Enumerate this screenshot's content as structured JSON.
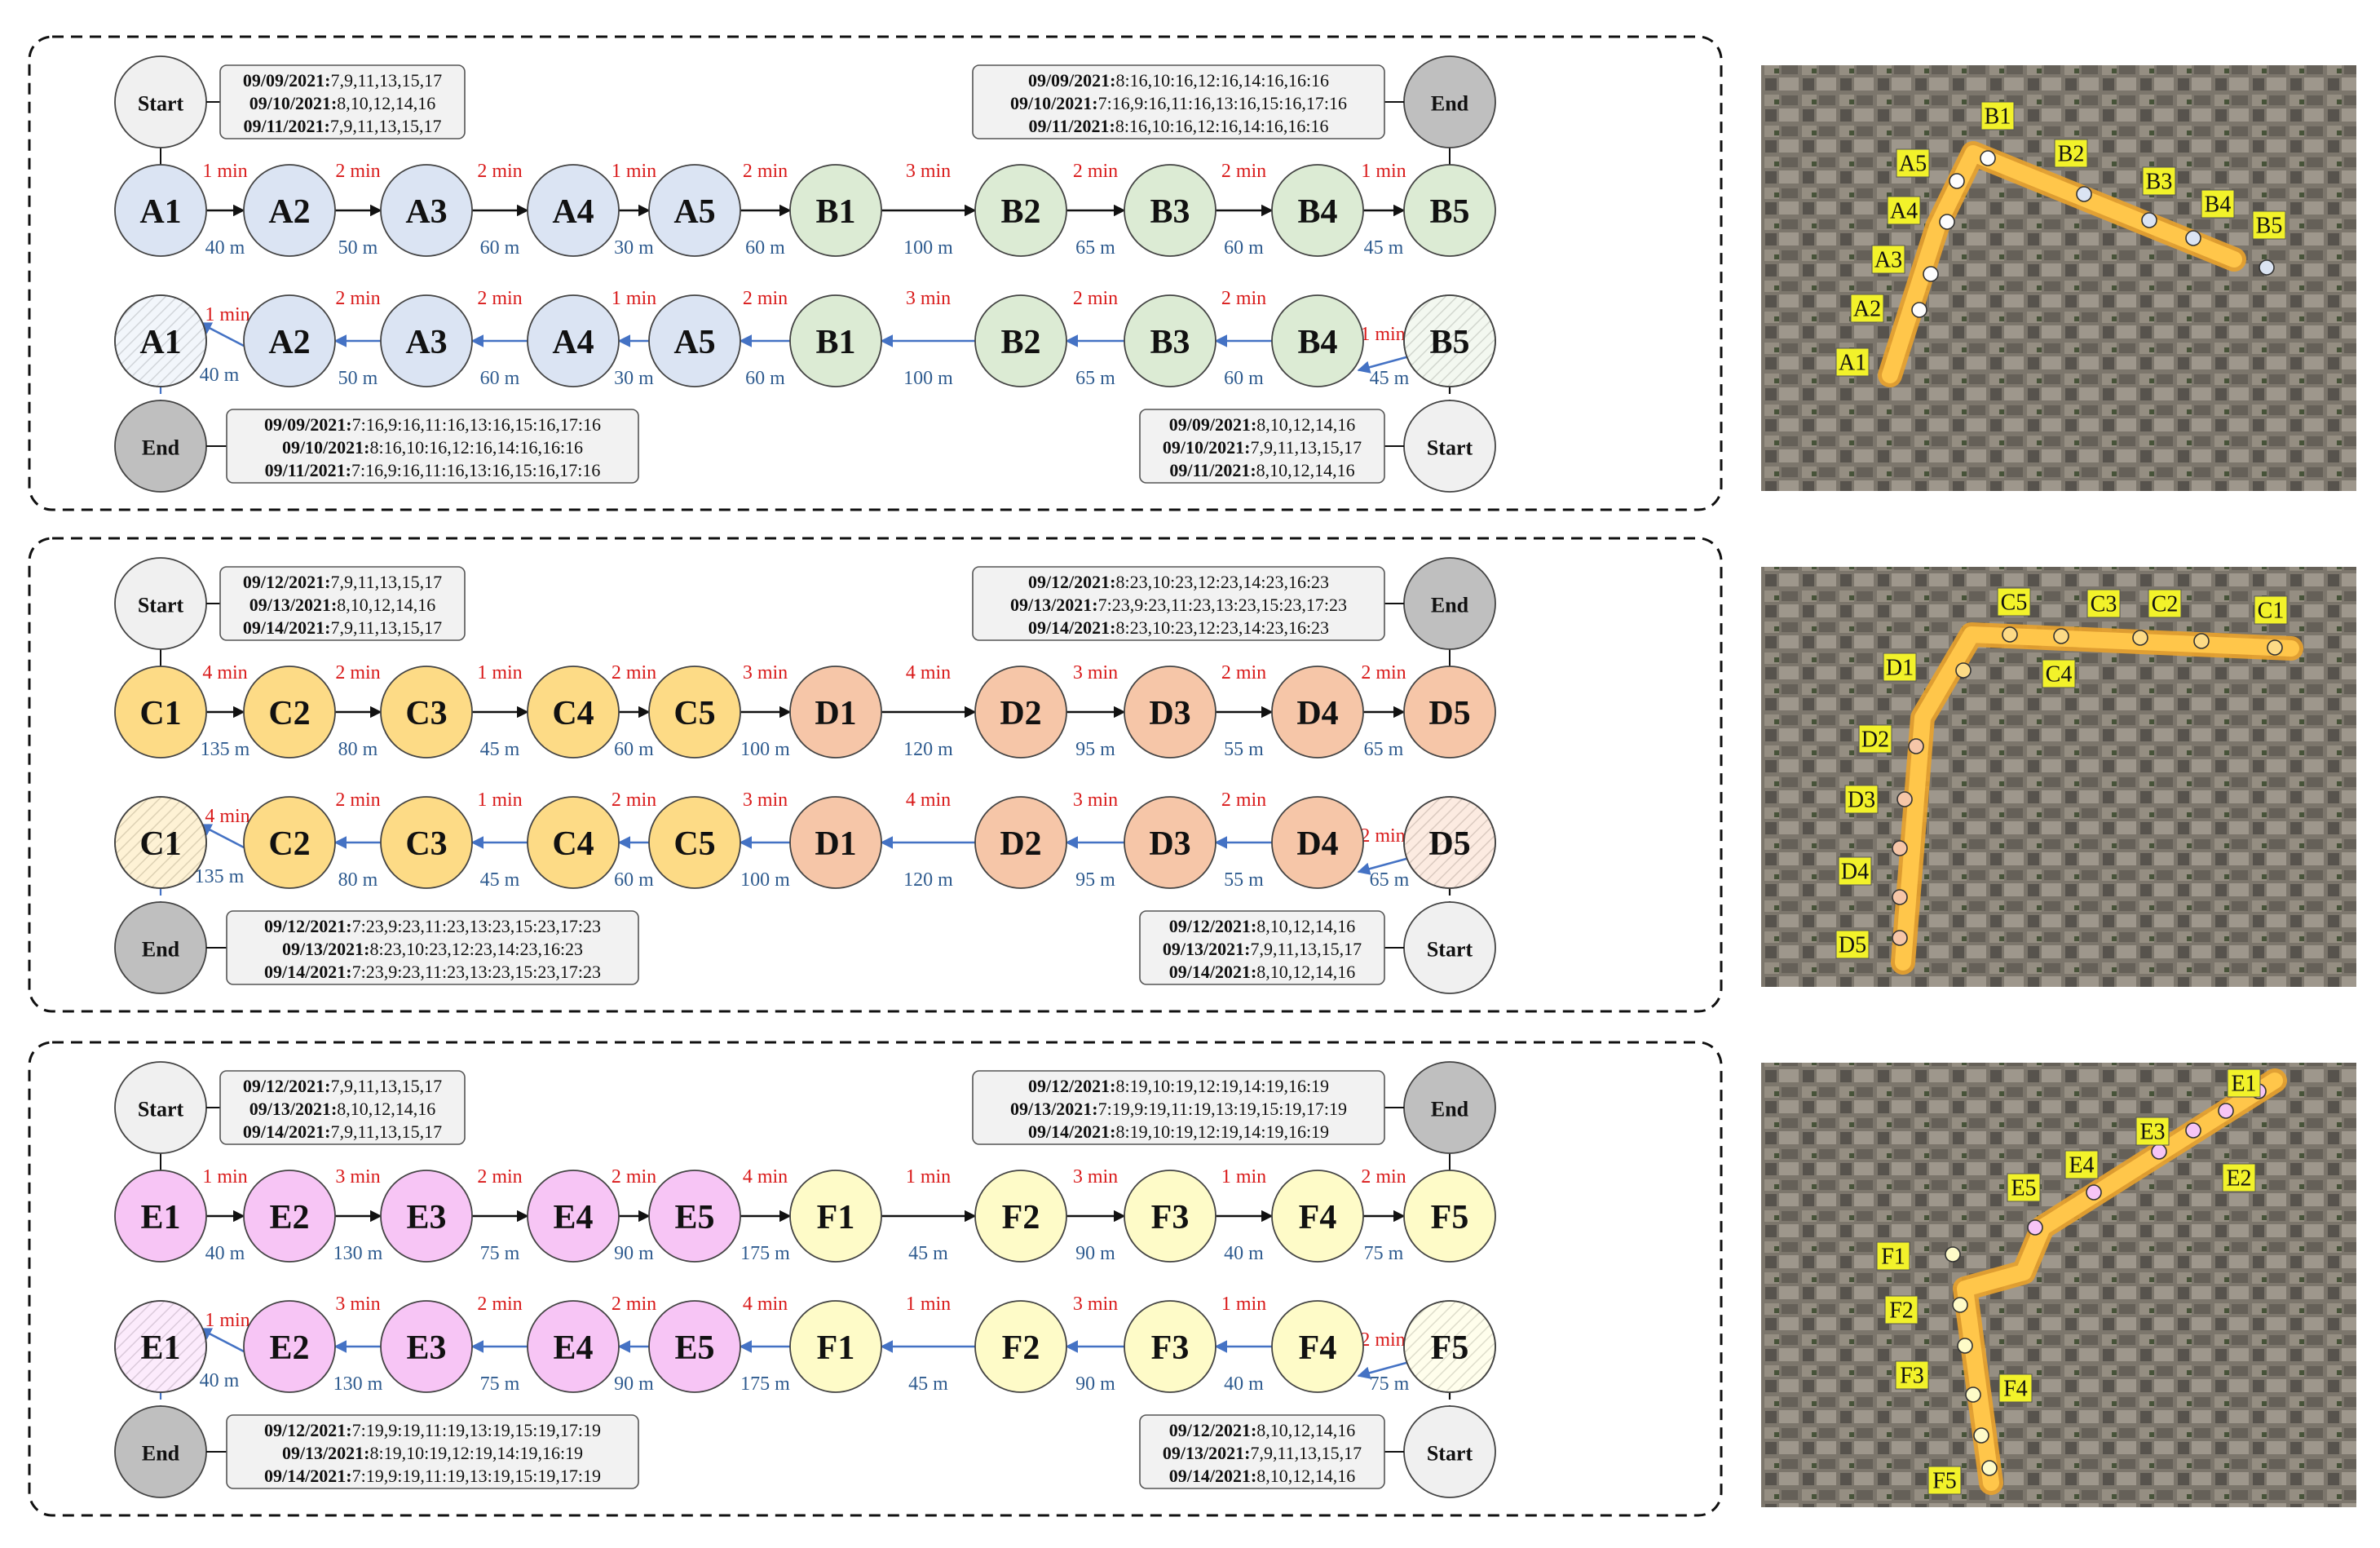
{
  "diagram": {
    "start_label": "Start",
    "end_label": "End",
    "colors": {
      "A": "#dbe4f3",
      "B": "#dcebd4",
      "C": "#fddb86",
      "D": "#f6c6a8",
      "E": "#f7c5f5",
      "F": "#fefbc8",
      "start_fill": "#f0f0f0",
      "end_fill": "#bfbfbf",
      "time_color": "#d91a1a",
      "dist_color": "#2e5b8f",
      "return_line": "#4472c4"
    },
    "panels": [
      {
        "forward": [
          "A1",
          "A2",
          "A3",
          "A4",
          "A5",
          "B1",
          "B2",
          "B3",
          "B4",
          "B5"
        ],
        "times": [
          "1 min",
          "2 min",
          "2 min",
          "1 min",
          "2 min",
          "3 min",
          "2 min",
          "2 min",
          "1 min"
        ],
        "dists": [
          "40 m",
          "50 m",
          "60 m",
          "30 m",
          "60 m",
          "100 m",
          "65 m",
          "60 m",
          "45 m"
        ],
        "sched_start_left": [
          {
            "date": "09/09/2021:",
            "val": "7,9,11,13,15,17"
          },
          {
            "date": "09/10/2021:",
            "val": "8,10,12,14,16"
          },
          {
            "date": "09/11/2021:",
            "val": "7,9,11,13,15,17"
          }
        ],
        "sched_end_right": [
          {
            "date": "09/09/2021:",
            "val": "8:16,10:16,12:16,14:16,16:16"
          },
          {
            "date": "09/10/2021:",
            "val": "7:16,9:16,11:16,13:16,15:16,17:16"
          },
          {
            "date": "09/11/2021:",
            "val": "8:16,10:16,12:16,14:16,16:16"
          }
        ],
        "sched_end_left": [
          {
            "date": "09/09/2021:",
            "val": "7:16,9:16,11:16,13:16,15:16,17:16"
          },
          {
            "date": "09/10/2021:",
            "val": "8:16,10:16,12:16,14:16,16:16"
          },
          {
            "date": "09/11/2021:",
            "val": "7:16,9:16,11:16,13:16,15:16,17:16"
          }
        ],
        "sched_start_right": [
          {
            "date": "09/09/2021:",
            "val": "8,10,12,14,16"
          },
          {
            "date": "09/10/2021:",
            "val": "7,9,11,13,15,17"
          },
          {
            "date": "09/11/2021:",
            "val": "8,10,12,14,16"
          }
        ]
      },
      {
        "forward": [
          "C1",
          "C2",
          "C3",
          "C4",
          "C5",
          "D1",
          "D2",
          "D3",
          "D4",
          "D5"
        ],
        "times": [
          "4 min",
          "2 min",
          "1 min",
          "2 min",
          "3 min",
          "4 min",
          "3 min",
          "2 min",
          "2 min"
        ],
        "dists": [
          "135 m",
          "80 m",
          "45 m",
          "60 m",
          "100 m",
          "120 m",
          "95 m",
          "55 m",
          "65 m"
        ],
        "sched_start_left": [
          {
            "date": "09/12/2021:",
            "val": "7,9,11,13,15,17"
          },
          {
            "date": "09/13/2021:",
            "val": "8,10,12,14,16"
          },
          {
            "date": "09/14/2021:",
            "val": "7,9,11,13,15,17"
          }
        ],
        "sched_end_right": [
          {
            "date": "09/12/2021:",
            "val": "8:23,10:23,12:23,14:23,16:23"
          },
          {
            "date": "09/13/2021:",
            "val": "7:23,9:23,11:23,13:23,15:23,17:23"
          },
          {
            "date": "09/14/2021:",
            "val": "8:23,10:23,12:23,14:23,16:23"
          }
        ],
        "sched_end_left": [
          {
            "date": "09/12/2021:",
            "val": "7:23,9:23,11:23,13:23,15:23,17:23"
          },
          {
            "date": "09/13/2021:",
            "val": "8:23,10:23,12:23,14:23,16:23"
          },
          {
            "date": "09/14/2021:",
            "val": "7:23,9:23,11:23,13:23,15:23,17:23"
          }
        ],
        "sched_start_right": [
          {
            "date": "09/12/2021:",
            "val": "8,10,12,14,16"
          },
          {
            "date": "09/13/2021:",
            "val": "7,9,11,13,15,17"
          },
          {
            "date": "09/14/2021:",
            "val": "8,10,12,14,16"
          }
        ]
      },
      {
        "forward": [
          "E1",
          "E2",
          "E3",
          "E4",
          "E5",
          "F1",
          "F2",
          "F3",
          "F4",
          "F5"
        ],
        "times": [
          "1 min",
          "3 min",
          "2 min",
          "2 min",
          "4 min",
          "1 min",
          "3 min",
          "1 min",
          "2 min"
        ],
        "dists": [
          "40 m",
          "130 m",
          "75 m",
          "90 m",
          "175 m",
          "45 m",
          "90 m",
          "40 m",
          "75 m"
        ],
        "sched_start_left": [
          {
            "date": "09/12/2021:",
            "val": "7,9,11,13,15,17"
          },
          {
            "date": "09/13/2021:",
            "val": "8,10,12,14,16"
          },
          {
            "date": "09/14/2021:",
            "val": "7,9,11,13,15,17"
          }
        ],
        "sched_end_right": [
          {
            "date": "09/12/2021:",
            "val": "8:19,10:19,12:19,14:19,16:19"
          },
          {
            "date": "09/13/2021:",
            "val": "7:19,9:19,11:19,13:19,15:19,17:19"
          },
          {
            "date": "09/14/2021:",
            "val": "8:19,10:19,12:19,14:19,16:19"
          }
        ],
        "sched_end_left": [
          {
            "date": "09/12/2021:",
            "val": "7:19,9:19,11:19,13:19,15:19,17:19"
          },
          {
            "date": "09/13/2021:",
            "val": "8:19,10:19,12:19,14:19,16:19"
          },
          {
            "date": "09/14/2021:",
            "val": "7:19,9:19,11:19,13:19,15:19,17:19"
          }
        ],
        "sched_start_right": [
          {
            "date": "09/12/2021:",
            "val": "8,10,12,14,16"
          },
          {
            "date": "09/13/2021:",
            "val": "7,9,11,13,15,17"
          },
          {
            "date": "09/14/2021:",
            "val": "8,10,12,14,16"
          }
        ]
      }
    ]
  },
  "maps": [
    {
      "labels": [
        "B1",
        "A5",
        "B2",
        "A4",
        "B3",
        "B4",
        "B5",
        "A3",
        "A2",
        "A1"
      ]
    },
    {
      "labels": [
        "C5",
        "C3",
        "C2",
        "C1",
        "D1",
        "C4",
        "D2",
        "D3",
        "D4",
        "D5"
      ]
    },
    {
      "labels": [
        "E1",
        "E4",
        "E3",
        "E2",
        "E5",
        "F1",
        "F2",
        "F3",
        "F4",
        "F5"
      ]
    }
  ]
}
